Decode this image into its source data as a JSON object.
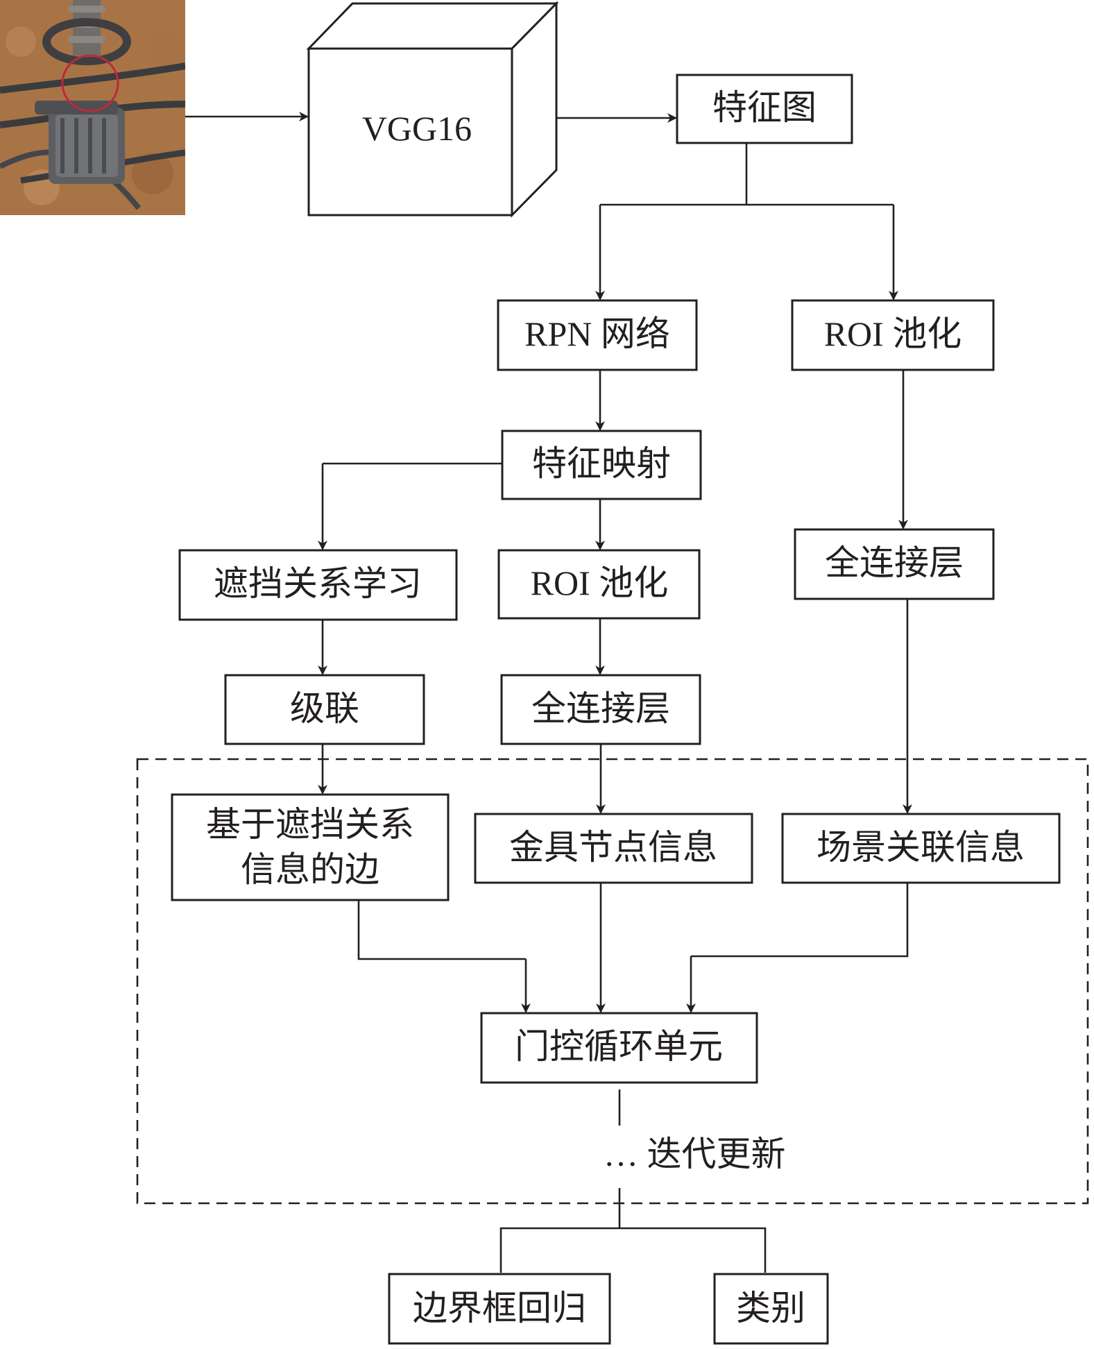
{
  "diagram": {
    "input_image": {
      "subject": "power-line fitting photo with red circle highlight"
    },
    "nodes": {
      "vgg16": "VGG16",
      "feature_map": "特征图",
      "rpn": "RPN 网络",
      "roi_pool_right": "ROI 池化",
      "feature_mapping": "特征映射",
      "occlusion_learning": "遮挡关系学习",
      "roi_pool_mid": "ROI 池化",
      "fc_right": "全连接层",
      "cascade": "级联",
      "fc_mid": "全连接层",
      "edge_line1": "基于遮挡关系",
      "edge_line2": "信息的边",
      "node_info": "金具节点信息",
      "scene_info": "场景关联信息",
      "gru": "门控循环单元",
      "iterate": "… 迭代更新",
      "bbox_regression": "边界框回归",
      "category": "类别"
    },
    "colors": {
      "ink": "#231f20",
      "highlight_circle": "#c0283a"
    }
  }
}
